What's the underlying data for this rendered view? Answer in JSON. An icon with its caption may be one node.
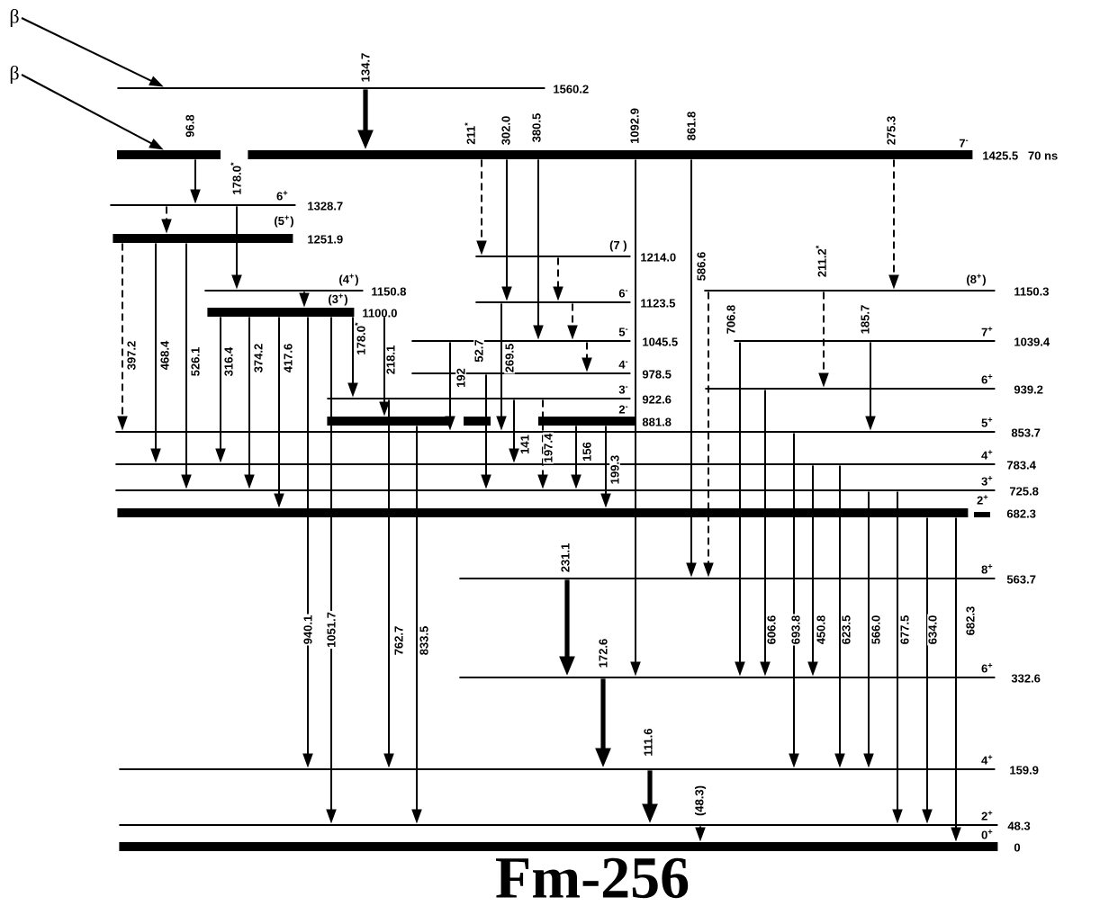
{
  "diagram": {
    "title": "Fm-256",
    "nodes": [
      {
        "text": [
          "1560.2"
        ]
      },
      {
        "text": [
          "1425.5",
          "70 ns"
        ],
        "beside": [
          "7$^{-}$"
        ]
      },
      {
        "text": [
          "1328.7"
        ],
        "beside": [
          "6$^{+}$"
        ]
      },
      {
        "text": [
          "1251.9"
        ],
        "beside": [
          "(5$^{+}$)"
        ]
      },
      {
        "text": [
          "1214.0"
        ],
        "beside": [
          "(7 )"
        ]
      },
      {
        "text": [
          "1150.8"
        ],
        "beside": [
          "(4$^{+}$)"
        ]
      },
      {
        "text": [
          "1150.3"
        ],
        "beside": [
          "(8$^{+}$)"
        ]
      },
      {
        "text": [
          "1123.5"
        ],
        "beside": [
          "6$^{-}$"
        ]
      },
      {
        "text": [
          "1100.0"
        ],
        "beside": [
          "(3$^{+}$)"
        ]
      },
      {
        "text": [
          "1045.5"
        ],
        "beside": [
          "5$^{-}$"
        ]
      },
      {
        "text": [
          "1039.4"
        ],
        "beside": [
          "7$^{+}$"
        ]
      },
      {
        "text": [
          "978.5"
        ],
        "beside": [
          "4$^{-}$"
        ]
      },
      {
        "text": [
          "939.2"
        ],
        "beside": [
          "6$^{+}$"
        ]
      },
      {
        "text": [
          "922.6"
        ],
        "beside": [
          "3$^{-}$"
        ]
      },
      {
        "text": [
          "881.8"
        ],
        "beside": [
          "2$^{-}$"
        ]
      },
      {
        "text": [
          "853.7"
        ],
        "beside": [
          "5$^{+}$"
        ]
      },
      {
        "text": [
          "783.4"
        ],
        "beside": [
          "4$^{+}$"
        ]
      },
      {
        "text": [
          "725.8"
        ],
        "beside": [
          "3$^{+}$"
        ]
      },
      {
        "text": [
          "682.3"
        ],
        "beside": [
          "2$^{+}$"
        ]
      },
      {
        "text": [
          "563.7"
        ],
        "beside": [
          "8$^{+}$"
        ]
      },
      {
        "text": [
          "332.6"
        ],
        "beside": [
          "6$^{+}$"
        ]
      },
      {
        "text": [
          "159.9"
        ],
        "beside": [
          "4$^{+}$"
        ]
      },
      {
        "text": [
          "48.3"
        ],
        "beside": [
          "2$^{+}$"
        ]
      },
      {
        "text": [
          "0"
        ],
        "beside": [
          "0$^{+}$"
        ]
      },
      {
        "text": [
          "β"
        ]
      },
      {
        "text": [
          "β"
        ]
      }
    ],
    "edges": [
      {
        "from": 24,
        "to": 0,
        "arrow": "to"
      },
      {
        "from": 25,
        "to": 1,
        "arrow": "to"
      },
      {
        "from": 0,
        "to": 1,
        "arrow": "to",
        "label": "134.7",
        "style": "thick"
      },
      {
        "from": 1,
        "to": 2,
        "arrow": "to",
        "label": "96.8"
      },
      {
        "from": 2,
        "to": 3,
        "arrow": "to",
        "style": "dashed"
      },
      {
        "from": 2,
        "to": 5,
        "arrow": "to",
        "label": "178.0$^{*}$"
      },
      {
        "from": 5,
        "to": 8,
        "arrow": "to"
      },
      {
        "from": 3,
        "to": 15,
        "arrow": "to",
        "label": "397.2",
        "style": "dashed"
      },
      {
        "from": 3,
        "to": 16,
        "arrow": "to",
        "label": "468.4"
      },
      {
        "from": 3,
        "to": 17,
        "arrow": "to",
        "label": "526.1"
      },
      {
        "from": 8,
        "to": 16,
        "arrow": "to",
        "label": "316.4"
      },
      {
        "from": 8,
        "to": 17,
        "arrow": "to",
        "label": "374.2"
      },
      {
        "from": 8,
        "to": 18,
        "arrow": "to",
        "label": "417.6"
      },
      {
        "from": 8,
        "to": 21,
        "arrow": "to",
        "label": "940.1"
      },
      {
        "from": 8,
        "to": 22,
        "arrow": "to",
        "label": "1051.7"
      },
      {
        "from": 8,
        "to": 13,
        "arrow": "to",
        "label": "178.0$^{*}$"
      },
      {
        "from": 8,
        "to": 14,
        "arrow": "to",
        "label": "218.1"
      },
      {
        "from": 13,
        "to": 21,
        "arrow": "to",
        "label": "762.7"
      },
      {
        "from": 14,
        "to": 22,
        "arrow": "to",
        "label": "833.5"
      },
      {
        "from": 9,
        "to": 15,
        "arrow": "to",
        "label": "192"
      },
      {
        "from": 11,
        "to": 17,
        "arrow": "to",
        "label": "52.7"
      },
      {
        "from": 7,
        "to": 15,
        "arrow": "to",
        "label": "269.5"
      },
      {
        "from": 1,
        "to": 4,
        "arrow": "to",
        "label": "211$^{*}$",
        "style": "dashed"
      },
      {
        "from": 1,
        "to": 7,
        "arrow": "to",
        "label": "302.0"
      },
      {
        "from": 1,
        "to": 9,
        "arrow": "to",
        "label": "380.5"
      },
      {
        "from": 1,
        "to": 20,
        "arrow": "to",
        "label": "1092.9"
      },
      {
        "from": 1,
        "to": 19,
        "arrow": "to",
        "label": "861.8"
      },
      {
        "from": 1,
        "to": 6,
        "arrow": "to",
        "label": "275.3",
        "style": "dashed"
      },
      {
        "from": 4,
        "to": 7,
        "arrow": "to",
        "style": "dashed"
      },
      {
        "from": 7,
        "to": 9,
        "arrow": "to",
        "style": "dashed"
      },
      {
        "from": 9,
        "to": 11,
        "arrow": "to",
        "style": "dashed"
      },
      {
        "from": 13,
        "to": 16,
        "arrow": "to",
        "label": "141"
      },
      {
        "from": 13,
        "to": 17,
        "arrow": "to",
        "label": "197.4",
        "style": "dashed"
      },
      {
        "from": 14,
        "to": 17,
        "arrow": "to",
        "label": "156"
      },
      {
        "from": 14,
        "to": 18,
        "arrow": "to",
        "label": "199.3"
      },
      {
        "from": 6,
        "to": 19,
        "arrow": "to",
        "label": "586.6",
        "style": "dashed"
      },
      {
        "from": 10,
        "to": 20,
        "arrow": "to",
        "label": "706.8"
      },
      {
        "from": 6,
        "to": 12,
        "arrow": "to",
        "label": "211.2$^{*}$",
        "style": "dashed"
      },
      {
        "from": 10,
        "to": 15,
        "arrow": "to",
        "label": "185.7"
      },
      {
        "from": 12,
        "to": 20,
        "arrow": "to",
        "label": "606.6"
      },
      {
        "from": 15,
        "to": 21,
        "arrow": "to",
        "label": "693.8"
      },
      {
        "from": 16,
        "to": 20,
        "arrow": "to",
        "label": "450.8"
      },
      {
        "from": 16,
        "to": 21,
        "arrow": "to",
        "label": "623.5"
      },
      {
        "from": 17,
        "to": 21,
        "arrow": "to",
        "label": "566.0"
      },
      {
        "from": 17,
        "to": 22,
        "arrow": "to",
        "label": "677.5"
      },
      {
        "from": 18,
        "to": 22,
        "arrow": "to",
        "label": "634.0"
      },
      {
        "from": 18,
        "to": 23,
        "arrow": "to",
        "label": "682.3"
      },
      {
        "from": 19,
        "to": 20,
        "arrow": "to",
        "label": "231.1",
        "style": "thick"
      },
      {
        "from": 20,
        "to": 21,
        "arrow": "to",
        "label": "172.6",
        "style": "thick"
      },
      {
        "from": 21,
        "to": 22,
        "arrow": "to",
        "label": "111.6",
        "style": "thick"
      },
      {
        "from": 22,
        "to": 23,
        "arrow": "to",
        "label": "(48.3)",
        "style": "dashed"
      }
    ]
  }
}
